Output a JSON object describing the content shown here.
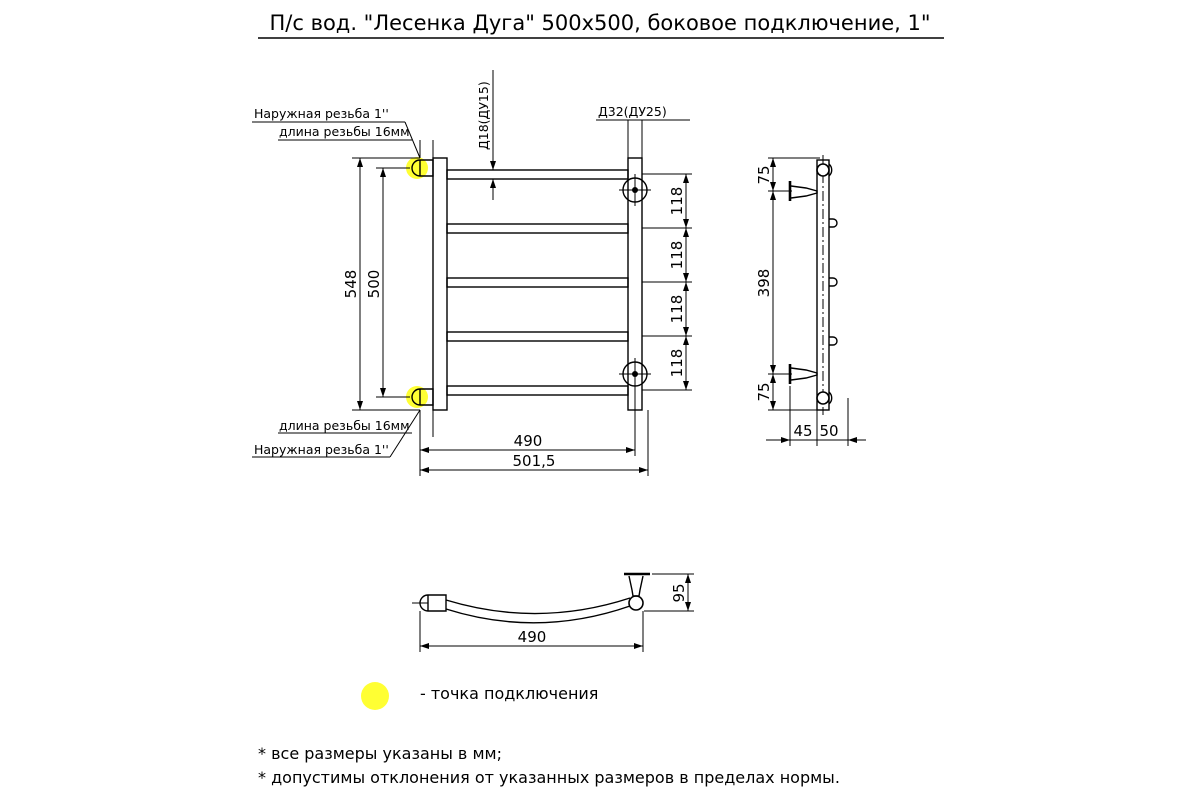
{
  "title": "П/с вод. \"Лесенка Дуга\" 500x500, боковое подключение, 1\"",
  "front_view": {
    "pipe_d18": "Д18(ДУ15)",
    "pipe_d32": "Д32(ДУ25)",
    "top_thread_type": "Наружная резьба 1''",
    "top_thread_length": "длина резьбы 16мм",
    "bottom_thread_length": "длина резьбы 16мм",
    "bottom_thread_type": "Наружная резьба 1''",
    "dim_height_total": "548",
    "dim_height_axis": "500",
    "dim_step_1": "118",
    "dim_step_2": "118",
    "dim_step_3": "118",
    "dim_step_4": "118",
    "dim_width_axis": "490",
    "dim_width_total": "501,5"
  },
  "side_view": {
    "dim_top": "75",
    "dim_mid": "398",
    "dim_bottom": "75",
    "dim_depth_1": "45",
    "dim_depth_2": "50"
  },
  "top_view": {
    "dim_height": "95",
    "dim_width": "490"
  },
  "legend": {
    "marker_color": "#ffff33",
    "label": "- точка подключения"
  },
  "notes": [
    "* все размеры указаны в мм;",
    "* допустимы отклонения от указанных размеров в пределах нормы."
  ]
}
